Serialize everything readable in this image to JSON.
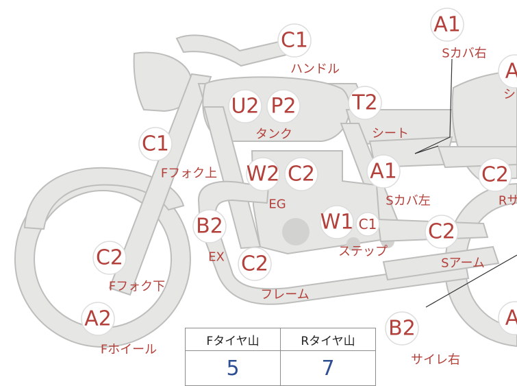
{
  "colors": {
    "grade_text": "#b3403a",
    "tread_value_text": "#2d4f92"
  },
  "parts": [
    {
      "id": "handle",
      "codes": [
        "C1"
      ],
      "label": "ハンドル"
    },
    {
      "id": "s-cover-right",
      "codes": [
        "A1"
      ],
      "label": "Sカバ右"
    },
    {
      "id": "seat-cut",
      "codes": [
        "A"
      ],
      "label": "シ"
    },
    {
      "id": "tank",
      "codes": [
        "U2",
        "P2"
      ],
      "label": "タンク"
    },
    {
      "id": "seat",
      "codes": [
        "T2"
      ],
      "label": "シート"
    },
    {
      "id": "f-fork-upper",
      "codes": [
        "C1"
      ],
      "label": "Fフォク上"
    },
    {
      "id": "engine",
      "codes": [
        "W2",
        "C2"
      ],
      "label": "EG"
    },
    {
      "id": "s-cover-left",
      "codes": [
        "A1"
      ],
      "label": "Sカバ左"
    },
    {
      "id": "r-sus",
      "codes": [
        "C2"
      ],
      "label": "Rサス"
    },
    {
      "id": "exhaust",
      "codes": [
        "B2"
      ],
      "label": "EX"
    },
    {
      "id": "step",
      "codes": [
        "W1",
        "C1"
      ],
      "label": "ステップ"
    },
    {
      "id": "s-arm",
      "codes": [
        "C2"
      ],
      "label": "Sアーム"
    },
    {
      "id": "f-fork-lower",
      "codes": [
        "C2"
      ],
      "label": "Fフォク下"
    },
    {
      "id": "frame",
      "codes": [
        "C2"
      ],
      "label": "フレーム"
    },
    {
      "id": "f-wheel",
      "codes": [
        "A2"
      ],
      "label": "Fホイール"
    },
    {
      "id": "silencer-right",
      "codes": [
        "B2"
      ],
      "label": "サイレ右"
    },
    {
      "id": "r-wheel-cut",
      "codes": [
        "A"
      ],
      "label": ""
    }
  ],
  "tire_table": {
    "headers": [
      "Fタイヤ山",
      "Rタイヤ山"
    ],
    "values": [
      "5",
      "7"
    ]
  }
}
